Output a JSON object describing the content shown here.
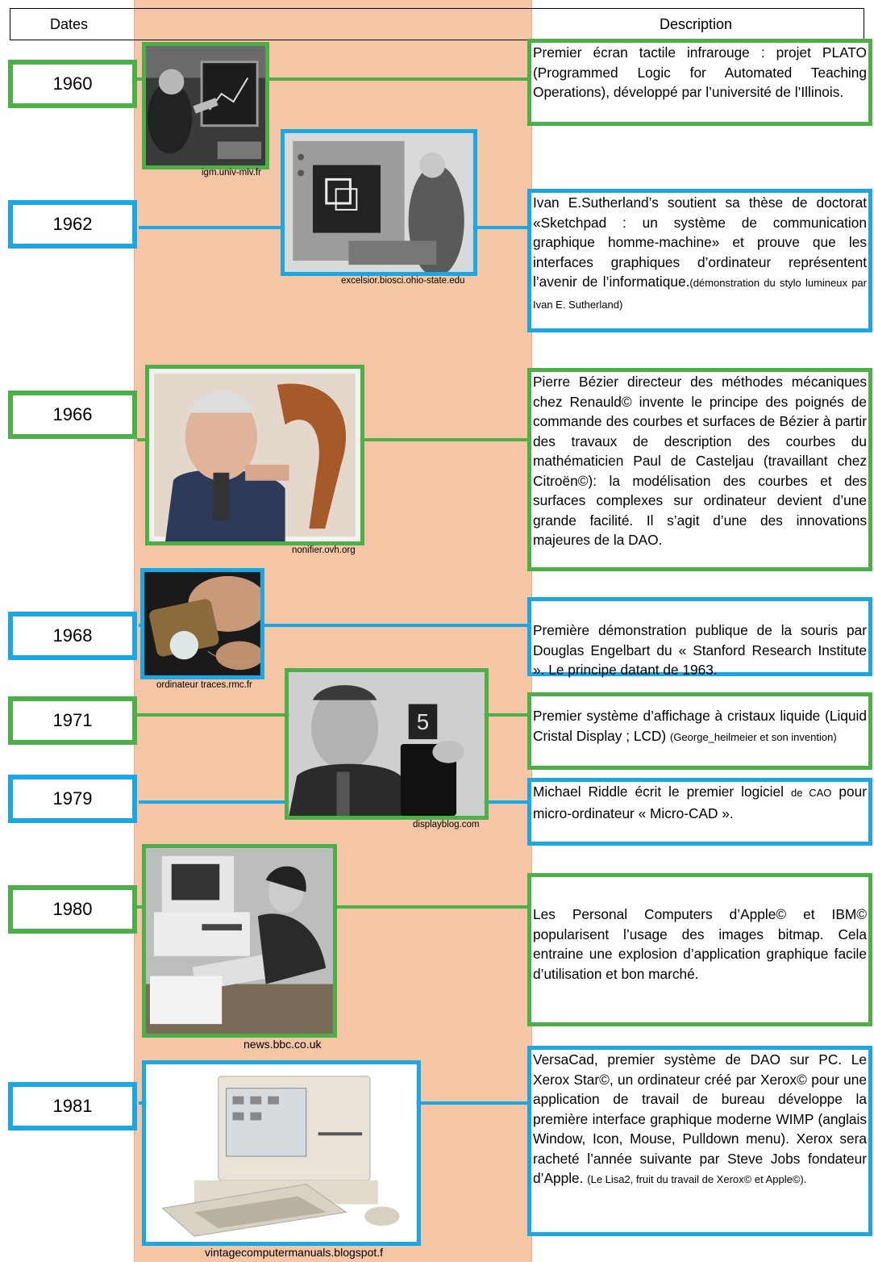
{
  "header": {
    "dates_label": "Dates",
    "description_label": "Description"
  },
  "colors": {
    "green": "#4caf48",
    "blue": "#1ba7e4",
    "band": "#f4c6a5"
  },
  "entries": [
    {
      "year": "1960",
      "credit": "igm.univ-mlv.fr",
      "image": "touchscreen-photo-icon",
      "description": "Premier écran tactile infrarouge : projet PLATO (Programmed Logic for Automated Teaching Operations), développé par l’université de l’Illinois."
    },
    {
      "year": "1962",
      "credit": "excelsior.biosci.ohio-state.edu",
      "image": "sketchpad-photo-icon",
      "description": "Ivan E.Sutherland’s soutient sa thèse de doctorat «Sketchpad : un système de communication graphique homme-machine» et prouve que les interfaces graphiques d’ordinateur représentent l’avenir de l’informatique.",
      "note": "(démonstration du stylo lumineux par Ivan E. Sutherland)"
    },
    {
      "year": "1966",
      "credit": "nonifier.ovh.org",
      "image": "bezier-portrait-photo-icon",
      "description": "Pierre Bézier directeur des méthodes mécaniques chez Renauld© invente le principe des poignés de commande des courbes et surfaces de Bézier à partir des travaux de description des courbes du mathématicien Paul de Casteljau (travaillant chez Citroën©): la modélisation des courbes et des surfaces complexes sur ordinateur devient d’une grande facilité. Il s’agit d’une des innovations majeures de la DAO."
    },
    {
      "year": "1968",
      "credit": "ordinateur traces.rmc.fr",
      "image": "mouse-photo-icon",
      "description": "Première démonstration publique de la souris par Douglas Engelbart du « Stanford Research Institute ». Le principe datant de 1963."
    },
    {
      "year": "1971",
      "credit": "displayblog.com",
      "image": "lcd-portrait-photo-icon",
      "description": "Premier système d’affichage à cristaux liquide (Liquid Cristal Display ; LCD)",
      "note": "(George_heilmeier et son invention)"
    },
    {
      "year": "1979",
      "description": "Michael Riddle écrit le premier logiciel",
      "note": "de CAO",
      "description_tail": "pour micro-ordinateur « Micro-CAD »."
    },
    {
      "year": "1980",
      "credit": "news.bbc.co.uk",
      "image": "ibm-pc-photo-icon",
      "description": "Les Personal Computers d’Apple© et IBM© popularisent l’usage des images bitmap. Cela entraine une explosion d’application graphique facile d’utilisation et bon marché."
    },
    {
      "year": "1981",
      "credit": "vintagecomputermanuals.blogspot.f",
      "image": "apple-lisa-photo-icon",
      "description": "VersaCad, premier système de DAO sur PC. Le Xerox Star©, un ordinateur créé par Xerox© pour une application de travail de bureau développe la première interface graphique moderne WIMP (anglais Window, Icon, Mouse, Pulldown menu). Xerox sera racheté l’année suivante par Steve Jobs fondateur d’Apple.",
      "note": "(Le Lisa2, fruit du travail de Xerox© et Apple©)."
    }
  ]
}
